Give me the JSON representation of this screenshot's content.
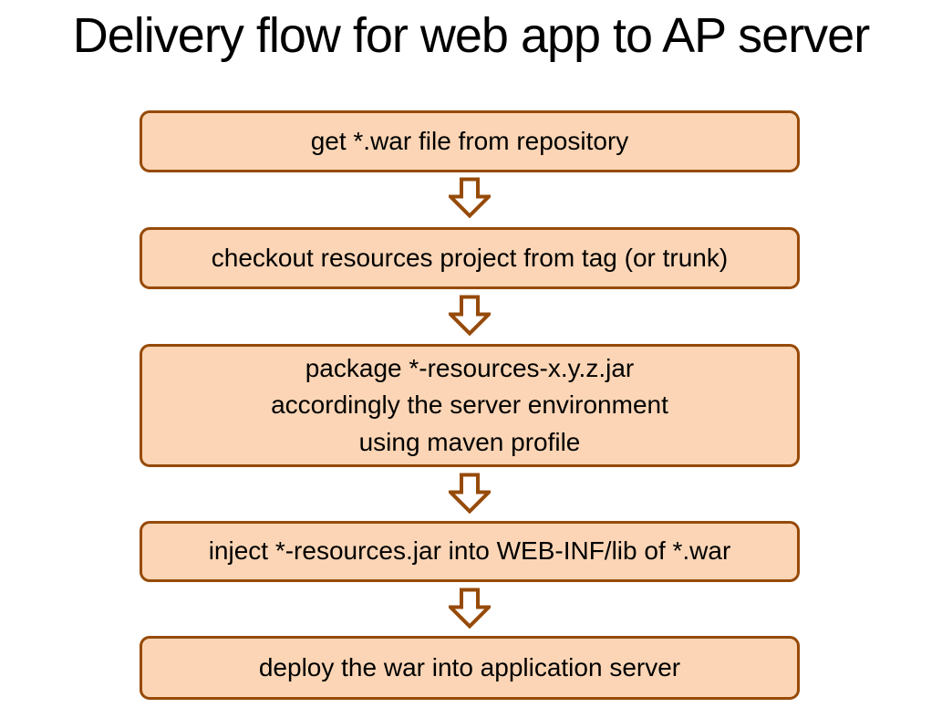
{
  "title": "Delivery flow for web app to AP server",
  "colors": {
    "background": "#FFFFFF",
    "title_text": "#000000",
    "box_fill": "#FBD5B5",
    "box_border": "#964A08",
    "box_text": "#000000",
    "arrow_outline": "#964A08",
    "arrow_fill": "#FFFFFF"
  },
  "flow": {
    "connector": "down-arrow",
    "steps": [
      {
        "label": "get *.war file from repository"
      },
      {
        "label": "checkout resources project from tag (or trunk)"
      },
      {
        "label": "package *-resources-x.y.z.jar\naccordingly the server environment\nusing maven profile"
      },
      {
        "label": "inject *-resources.jar into WEB-INF/lib of *.war"
      },
      {
        "label": "deploy the war into application server"
      }
    ]
  }
}
